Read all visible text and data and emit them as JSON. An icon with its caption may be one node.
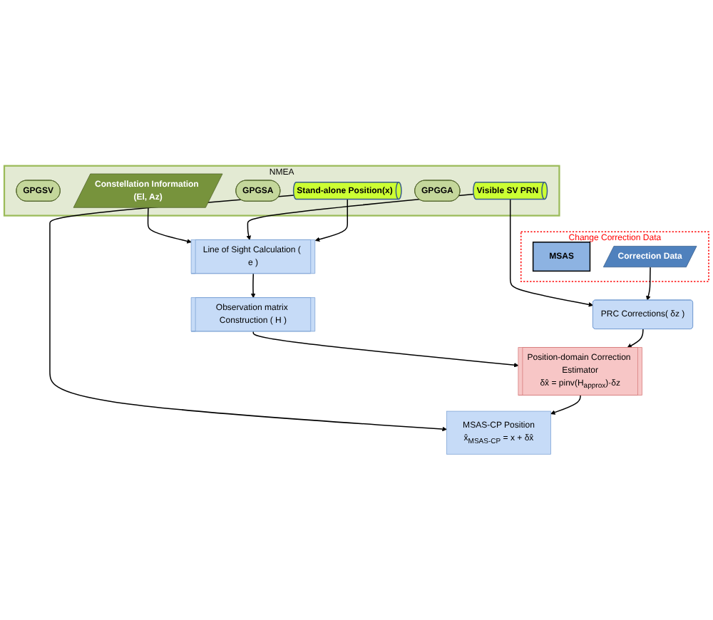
{
  "diagram": {
    "nodes": [
      {
        "text": [
          "NMEA"
        ]
      },
      {
        "text": [
          "GPGSV"
        ],
        "in": 0
      },
      {
        "text": [
          "Constellation Information (El, Az)"
        ],
        "in": 0
      },
      {
        "text": [
          "GPGSA"
        ],
        "in": 0
      },
      {
        "text": [
          "Visible SV PRN"
        ],
        "in": 0
      },
      {
        "text": [
          "GPGGA"
        ],
        "in": 0
      },
      {
        "text": [
          "Stand-alone Position(x)"
        ],
        "in": 0
      },
      {
        "text": [
          "Line of Sight Calculation ( e )"
        ]
      },
      {
        "text": [
          "Observation matrix Construction ( H )"
        ]
      },
      {
        "text": [
          "Change Correction Data"
        ]
      },
      {
        "text": [
          "MSAS"
        ],
        "in": 9
      },
      {
        "text": [
          "Correction Data"
        ],
        "in": 9
      },
      {
        "text": [
          "PRC Corrections( δz )"
        ]
      },
      {
        "text": [
          "Position-domain Correction Estimator",
          "δx̂ = pinv(H$_{approx}$)·δz"
        ]
      },
      {
        "text": [
          "MSAS-CP Position",
          "x̂$_{MSAS-CP}$ = x + δx̂"
        ]
      }
    ],
    "edges": [
      {
        "from": 2,
        "to": 7,
        "arrow": "to"
      },
      {
        "from": 4,
        "to": 7,
        "arrow": "to"
      },
      {
        "from": 6,
        "to": 7,
        "arrow": "to"
      },
      {
        "from": 4,
        "to": 12,
        "arrow": "to"
      },
      {
        "from": 7,
        "to": 8,
        "arrow": "to"
      },
      {
        "from": 6,
        "to": 14,
        "arrow": "to"
      },
      {
        "from": 11,
        "to": 12,
        "arrow": "to"
      },
      {
        "from": 8,
        "to": 13,
        "arrow": "to"
      },
      {
        "from": 12,
        "to": 13,
        "arrow": "to"
      },
      {
        "from": 13,
        "to": 14,
        "arrow": "to"
      }
    ]
  }
}
